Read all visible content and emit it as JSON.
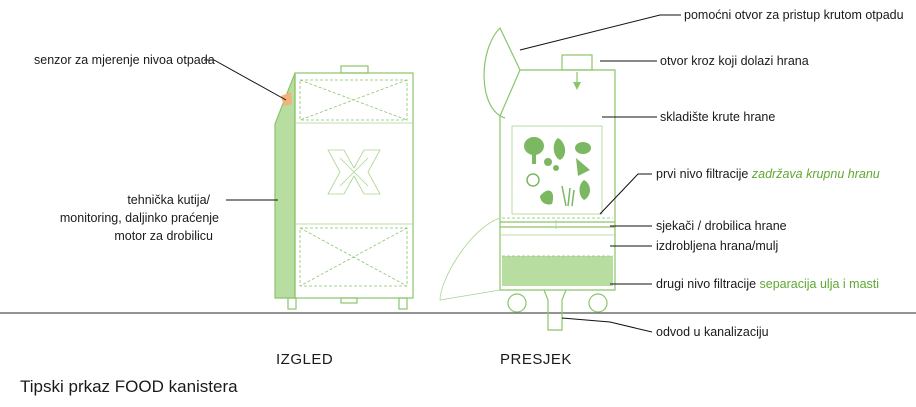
{
  "labels": {
    "sensor": "senzor za mjerenje nivoa otpada",
    "tech_box_line1": "tehnička kutija/",
    "tech_box_line2": "monitoring, daljinko praćenje",
    "tech_box_line3": "motor za drobilicu",
    "aux_opening": "pomoćni otvor za pristup krutom otpadu",
    "food_inlet": "otvor  kroz koji dolazi hrana",
    "solid_storage": "skladište krute hrane",
    "filter1_prefix": "prvi nivo filtracije",
    "filter1_suffix": "zadržava krupnu hranu",
    "grinder": "sjekači / drobilica hrane",
    "ground_food": "izdrobljena hrana/mulj",
    "filter2_prefix": "drugi nivo filtracije",
    "filter2_suffix": "separacija ulja i masti",
    "drain": "odvod u kanalizaciju"
  },
  "views": {
    "exterior": "IZGLED",
    "section": "PRESJEK"
  },
  "caption": "Tipski prkaz FOOD kanistera",
  "colors": {
    "outline_green": "#8bc46a",
    "fill_green": "#b7dda0",
    "accent_text_green": "#5fa832",
    "sensor_orange": "#f2b27a",
    "text": "#1a1a1a"
  }
}
